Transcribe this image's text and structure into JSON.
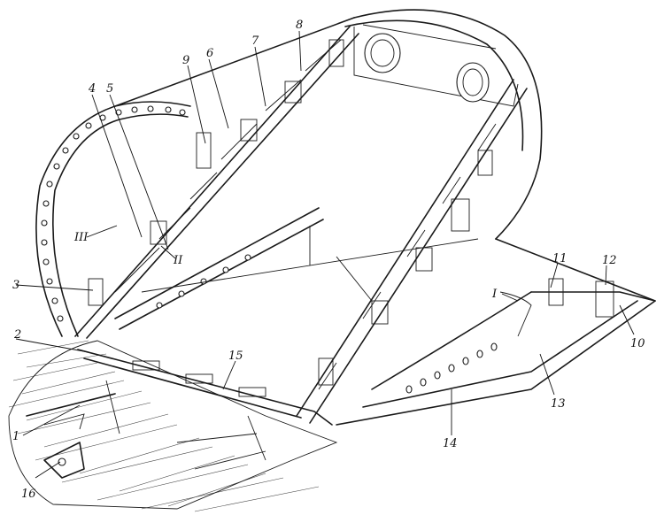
{
  "labels": {
    "l1": "1",
    "l2": "2",
    "l3": "3",
    "l4": "4",
    "l5": "5",
    "l6": "6",
    "l7": "7",
    "l8": "8",
    "l9": "9",
    "l10": "10",
    "l11": "11",
    "l12": "12",
    "l13": "13",
    "l14": "14",
    "l15": "15",
    "l16": "16",
    "lI": "I",
    "lII": "II",
    "lIII": "III"
  }
}
